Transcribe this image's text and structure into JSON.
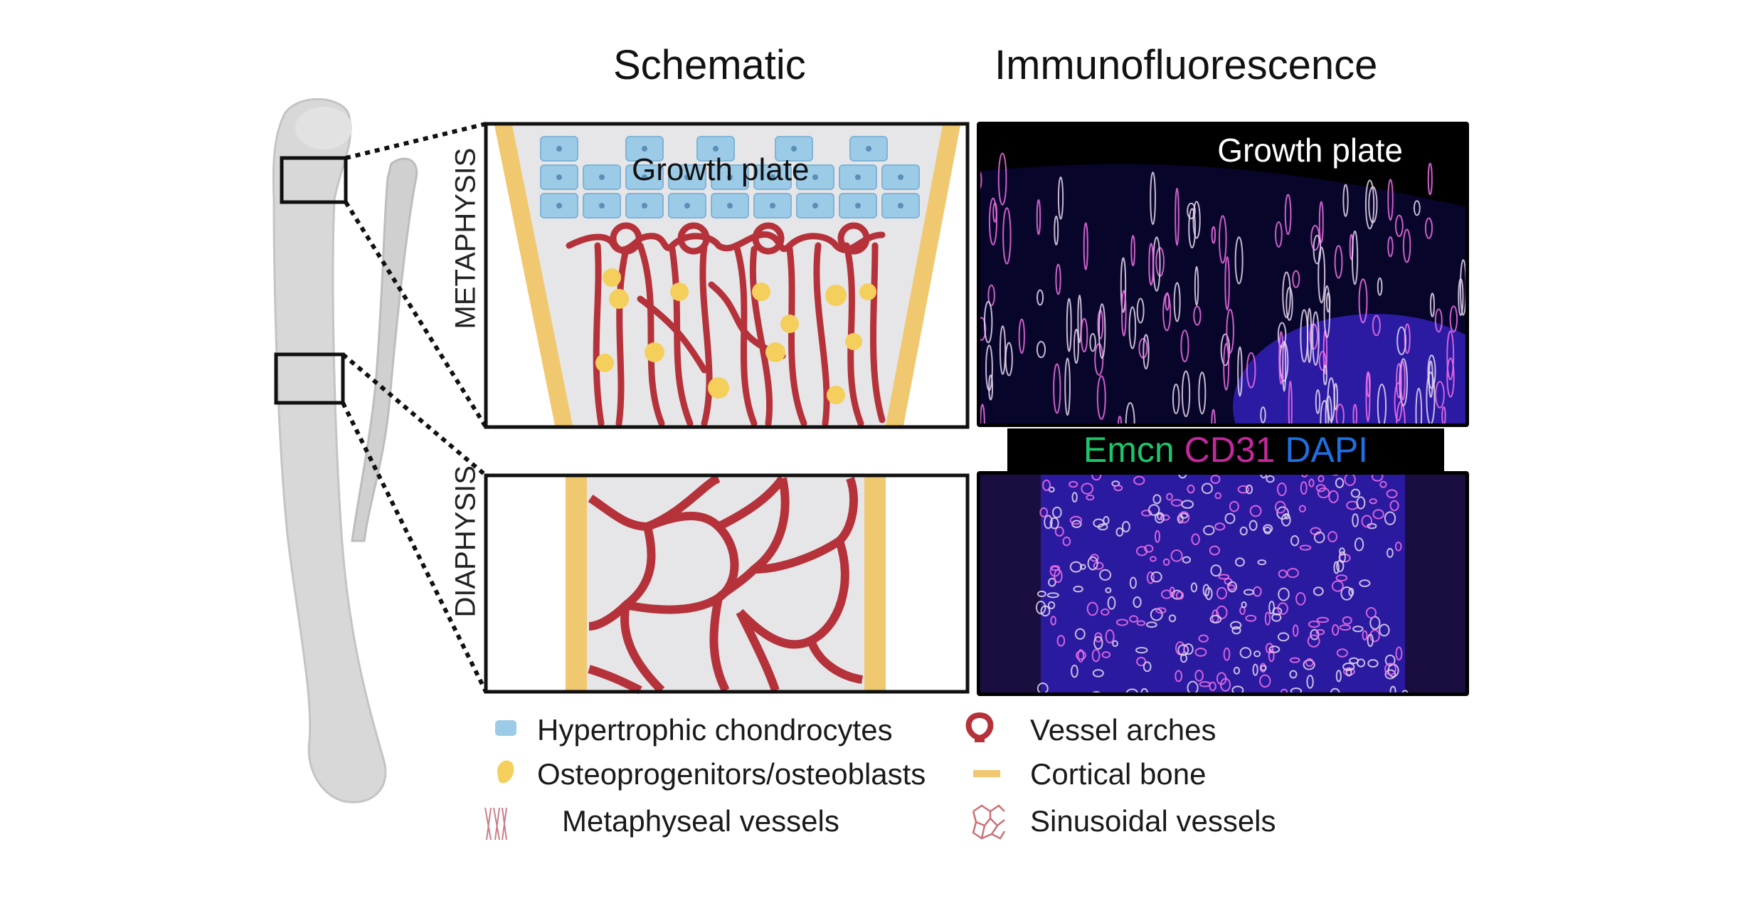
{
  "titles": {
    "schematic": "Schematic",
    "immunofluorescence": "Immunofluorescence"
  },
  "schematic": {
    "metaphysis_label": "METAPHYSIS",
    "diaphysis_label": "DIAPHYSIS",
    "growth_plate_label": "Growth plate"
  },
  "immunofluorescence": {
    "growth_plate_label": "Growth plate",
    "stains": [
      {
        "label": "Emcn",
        "color": "#1fc46a"
      },
      {
        "label": "CD31",
        "color": "#c4289f"
      },
      {
        "label": "DAPI",
        "color": "#1f6fe0"
      }
    ]
  },
  "legend": [
    {
      "icon": "chondrocyte-icon",
      "label": "Hypertrophic  chondrocytes"
    },
    {
      "icon": "vessel-arch-icon",
      "label": "Vessel arches"
    },
    {
      "icon": "osteoblast-icon",
      "label": "Osteoprogenitors/osteoblasts"
    },
    {
      "icon": "cortical-bone-icon",
      "label": "Cortical bone"
    },
    {
      "icon": "metaphyseal-vessels-icon",
      "label": "Metaphyseal  vessels"
    },
    {
      "icon": "sinusoidal-vessels-icon",
      "label": "Sinusoidal vessels"
    }
  ],
  "colors": {
    "vessel": "#b5323a",
    "cortical": "#f0c870",
    "chondrocyte": "#9ccbe8",
    "bone": "#d6d6d6"
  }
}
